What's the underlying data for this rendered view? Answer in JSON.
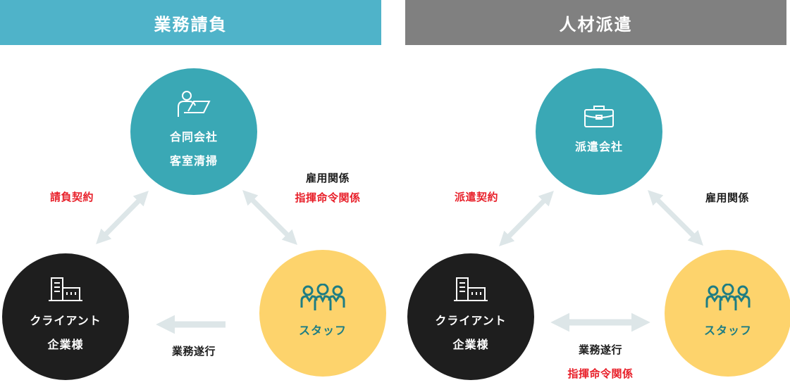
{
  "colors": {
    "teal_header": "#4fb3c9",
    "gray_header": "#808080",
    "teal": "#3aa8b5",
    "dark": "#1e1e1e",
    "yellow": "#fdd36c",
    "staff_text": "#1e7d83",
    "red": "#e8202a",
    "arrow": "#dde6e8"
  },
  "left": {
    "title": "業務請負",
    "top_node": {
      "icon": "person-laptop-icon",
      "line1": "合同会社",
      "line2": "客室清掃"
    },
    "client_node": {
      "icon": "building-icon",
      "line1": "クライアント",
      "line2": "企業様"
    },
    "staff_node": {
      "icon": "people-icon",
      "line1": "スタッフ"
    },
    "label_contract": "請負契約",
    "label_employment": "雇用関係",
    "label_command": "指揮命令関係",
    "label_work": "業務遂行"
  },
  "right": {
    "title": "人材派遣",
    "top_node": {
      "icon": "briefcase-icon",
      "line1": "派遣会社"
    },
    "client_node": {
      "icon": "building-icon",
      "line1": "クライアント",
      "line2": "企業様"
    },
    "staff_node": {
      "icon": "people-icon",
      "line1": "スタッフ"
    },
    "label_contract": "派遣契約",
    "label_employment": "雇用関係",
    "label_work": "業務遂行",
    "label_command": "指揮命令関係"
  }
}
